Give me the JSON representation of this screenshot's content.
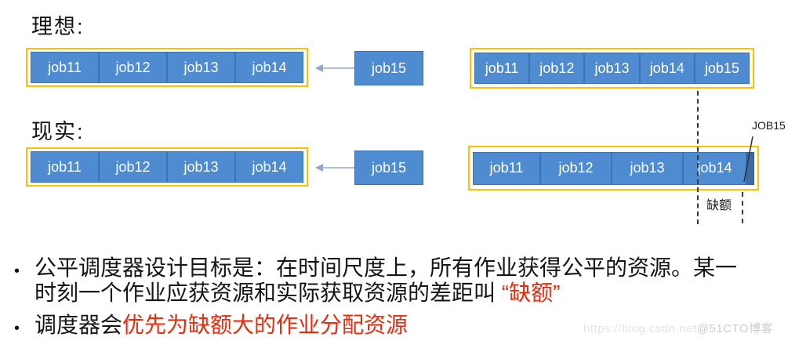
{
  "section_ideal": {
    "label": "理想:"
  },
  "section_reality": {
    "label": "现实:"
  },
  "ideal": {
    "running_jobs": [
      "job11",
      "job12",
      "job13",
      "job14"
    ],
    "incoming_job": "job15",
    "result_jobs": [
      "job11",
      "job12",
      "job13",
      "job14",
      "job15"
    ]
  },
  "reality": {
    "running_jobs": [
      "job11",
      "job12",
      "job13",
      "job14"
    ],
    "incoming_job": "job15",
    "result_jobs": [
      "job11",
      "job12",
      "job13",
      "job14"
    ],
    "squeezed_job_label": "JOB15",
    "deficit_label": "缺额"
  },
  "bullets": {
    "marker": "•",
    "b1_line1": "公平调度器设计目标是：在时间尺度上，所有作业获得公平的资源。某一",
    "b1_line2_black": "时刻一个作业应获资源和实际获取资源的差距叫 ",
    "b1_line2_red": "“缺额”",
    "b2_black": "调度器会",
    "b2_red": "优先为缺额大的作业分配资源"
  },
  "watermark": {
    "url_part": "https://blog.csdn.net",
    "handle_part": "@51CTO博客"
  },
  "colors": {
    "job_fill": "#4E8BD0",
    "job_border": "#3C74B0",
    "container_border": "#FFC000",
    "highlight_red": "#EA2B0C"
  }
}
